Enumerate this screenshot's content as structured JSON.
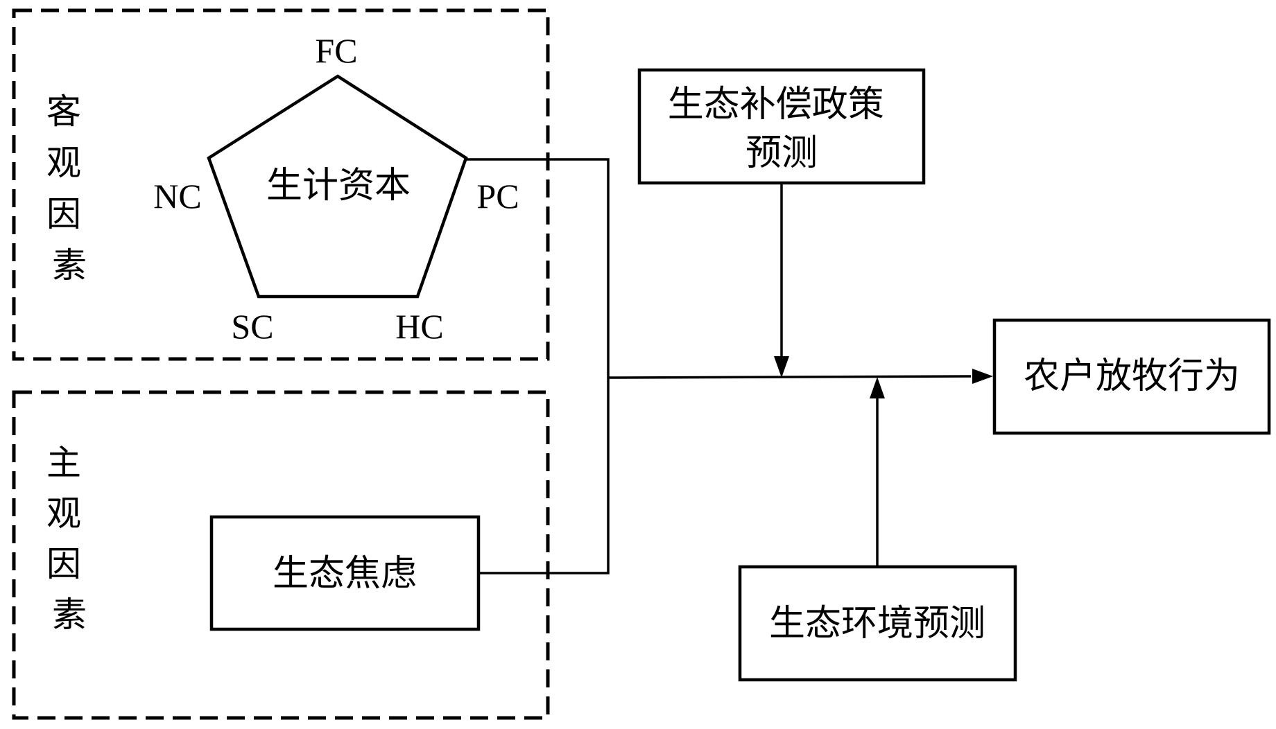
{
  "objective_group": {
    "label": "客观因素",
    "chars": [
      "客",
      "观",
      "因",
      "素"
    ],
    "center_label": "生计资本",
    "vertices": {
      "top": "FC",
      "left": "NC",
      "right": "PC",
      "bottom_left": "SC",
      "bottom_right": "HC"
    }
  },
  "subjective_group": {
    "label": "主观因素",
    "chars": [
      "主",
      "观",
      "因",
      "素"
    ],
    "node_label": "生态焦虑"
  },
  "policy_node": {
    "line1": "生态补偿政策",
    "line2": "预测"
  },
  "environment_node": {
    "label": "生态环境预测"
  },
  "outcome_node": {
    "label": "农户放牧行为"
  }
}
